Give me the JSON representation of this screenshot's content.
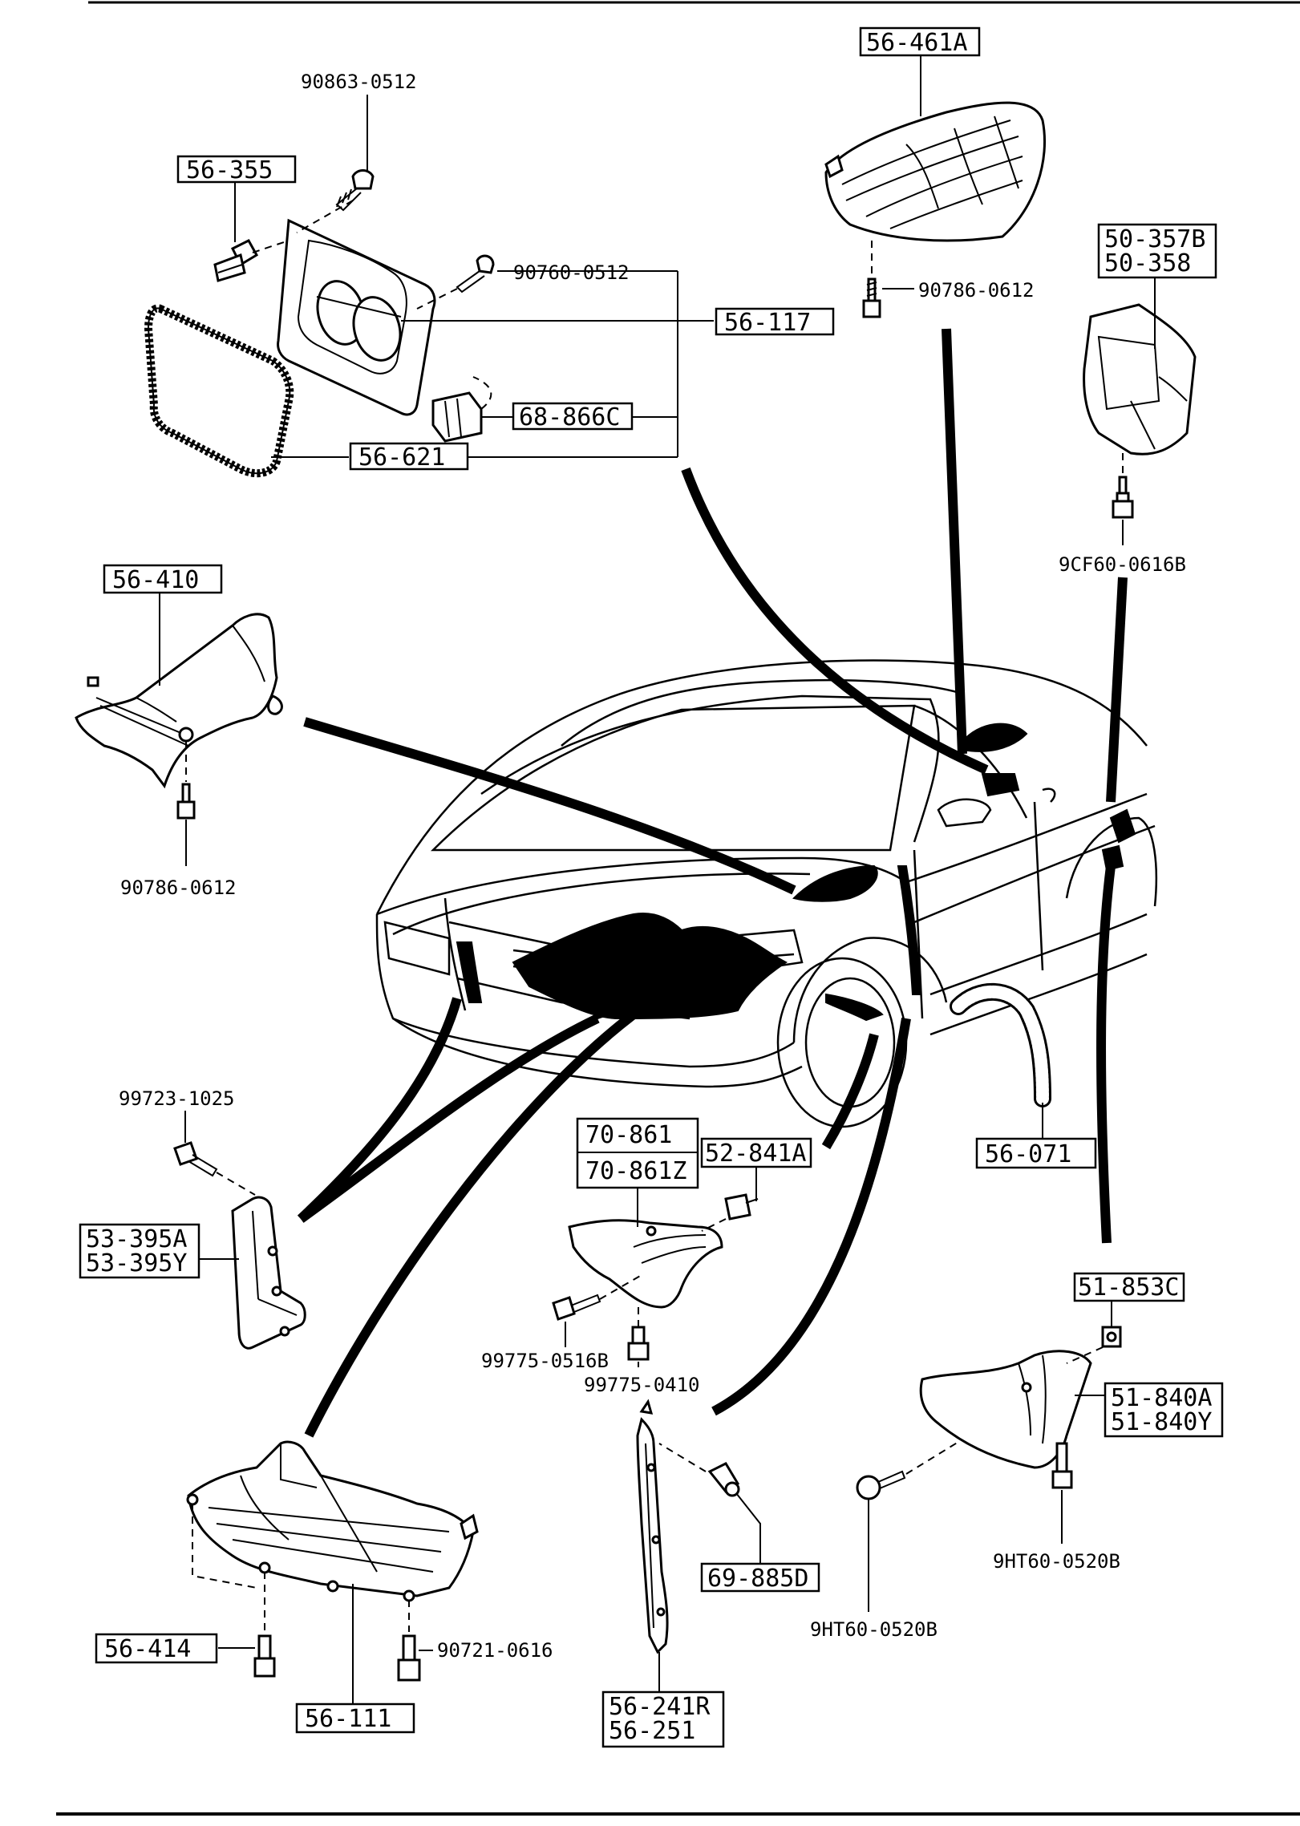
{
  "labels": {
    "p90863_0512": "90863-0512",
    "p56_355": "56-355",
    "p90760_0512": "90760-0512",
    "p56_117": "56-117",
    "p68_866C": "68-866C",
    "p56_621": "56-621",
    "p56_461A": "56-461A",
    "p90786_0612_top": "90786-0612",
    "p50_357B": "50-357B",
    "p50_358": "50-358",
    "p9CF60_0616B": "9CF60-0616B",
    "p56_410": "56-410",
    "p90786_0612_left": "90786-0612",
    "p99723_1025": "99723-1025",
    "p53_395A": "53-395A",
    "p53_395Y": "53-395Y",
    "p70_861": "70-861",
    "p70_861Z": "70-861Z",
    "p52_841A": "52-841A",
    "p99775_0516B": "99775-0516B",
    "p99775_0410": "99775-0410",
    "p56_071": "56-071",
    "p51_853C": "51-853C",
    "p51_840A": "51-840A",
    "p51_840Y": "51-840Y",
    "p69_885D": "69-885D",
    "p9HT60_0520B_left": "9HT60-0520B",
    "p9HT60_0520B_right": "9HT60-0520B",
    "p56_414": "56-414",
    "p90721_0616": "90721-0616",
    "p56_111": "56-111",
    "p56_241R": "56-241R",
    "p56_251": "56-251"
  }
}
